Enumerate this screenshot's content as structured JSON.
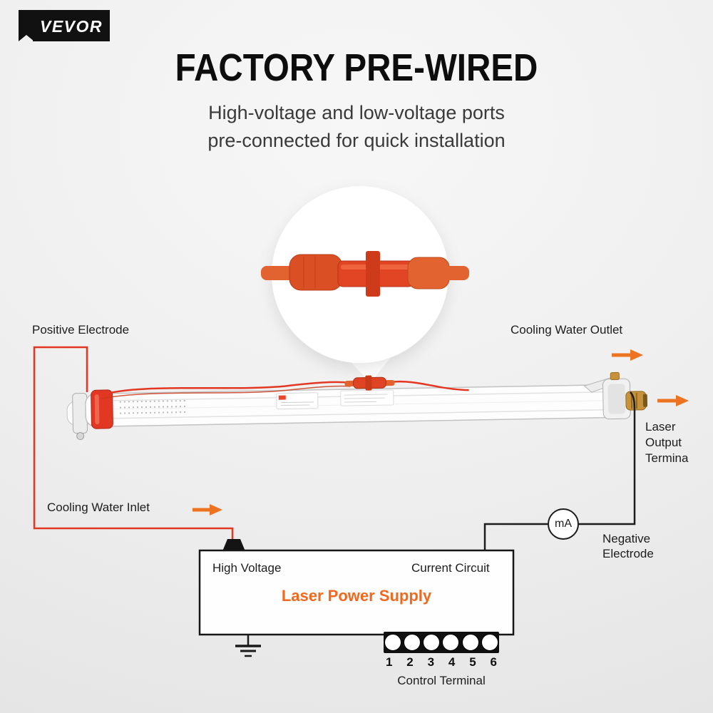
{
  "brand": {
    "logo_text": "VEVOR"
  },
  "header": {
    "title": "FACTORY PRE-WIRED",
    "subtitle_line1": "High-voltage and low-voltage ports",
    "subtitle_line2": "pre-connected for quick installation"
  },
  "diagram": {
    "labels": {
      "positive_electrode": "Positive Electrode",
      "cooling_water_outlet": "Cooling Water Outlet",
      "cooling_water_inlet": "Cooling Water Inlet",
      "laser_output_terminal": [
        "Laser",
        "Output",
        "Termina"
      ],
      "negative_electrode": [
        "Negative",
        "Electrode"
      ],
      "ammeter": "mA",
      "high_voltage": "High Voltage",
      "current_circuit": "Current Circuit",
      "power_supply": "Laser Power Supply",
      "control_terminal": "Control Terminal",
      "terminal_numbers": [
        "1",
        "2",
        "3",
        "4",
        "5",
        "6"
      ]
    },
    "colors": {
      "accent_orange": "#ee7320",
      "wire_red": "#e23823",
      "wire_black": "#1c1c1c",
      "connector_red": "#e14524",
      "power_supply_title": "#f2691d",
      "brass": "#c8913c"
    }
  }
}
